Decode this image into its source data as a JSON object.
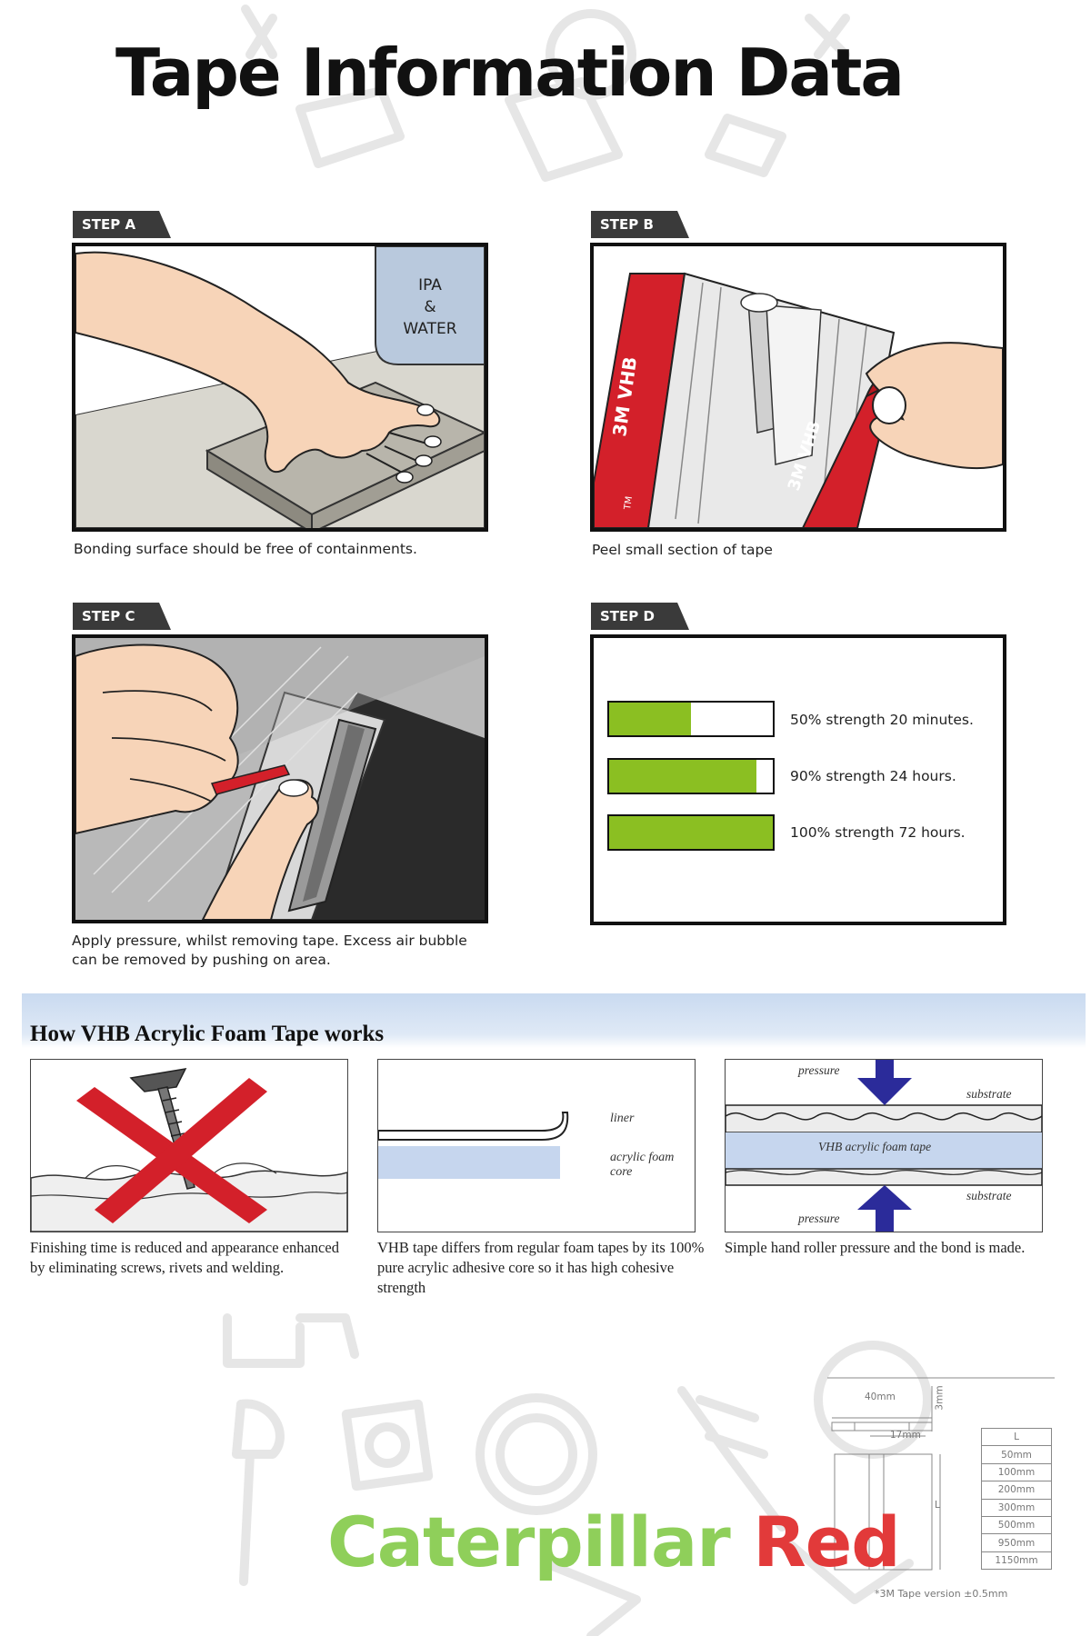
{
  "title": "Tape Information Data",
  "steps": [
    {
      "tab": "STEP A",
      "caption": "Bonding surface should be free of containments.",
      "bottle_line1": "IPA",
      "bottle_line2": "&",
      "bottle_line3": "WATER"
    },
    {
      "tab": "STEP B",
      "caption": "Peel small section of tape",
      "tape_print": "3M VHB",
      "tape_tm": "TM"
    },
    {
      "tab": "STEP C",
      "caption": "Apply pressure, whilst removing tape. Excess air bubble can be removed by pushing on area."
    },
    {
      "tab": "STEP D",
      "bars": [
        {
          "label": "50% strength 20 minutes.",
          "strength": 0.5
        },
        {
          "label": "90% strength 24 hours.",
          "strength": 0.9
        },
        {
          "label": "100% strength 72 hours.",
          "strength": 1.0
        }
      ]
    }
  ],
  "vhb": {
    "title": "How VHB Acrylic Foam Tape works",
    "panels": [
      {
        "caption": "Finishing time is reduced and appearance enhanced by eliminating screws, rivets and welding."
      },
      {
        "caption": "VHB tape differs from regular foam tapes by its 100% pure acrylic adhesive core so it has high cohesive strength",
        "label_liner": "liner",
        "label_core1": "acrylic foam",
        "label_core2": "core"
      },
      {
        "caption": "Simple hand roller pressure and the bond is made.",
        "label_pressure_top": "pressure",
        "label_substrate_top": "substrate",
        "label_tape": "VHB acrylic foam tape",
        "label_substrate_bottom": "substrate",
        "label_pressure_bottom": "pressure"
      }
    ]
  },
  "brand": {
    "word1": "Caterpillar",
    "word2": "Red",
    "color1": "#8fcf5a",
    "color2": "#e23a3a"
  },
  "dimensions": {
    "width_label": "40mm",
    "inner_label": "17mm",
    "thickness_label": "3mm",
    "length_axis": "L",
    "length_header": "L",
    "lengths": [
      "50mm",
      "100mm",
      "200mm",
      "300mm",
      "500mm",
      "950mm",
      "1150mm"
    ],
    "note": "*3M Tape version ±0.5mm"
  }
}
